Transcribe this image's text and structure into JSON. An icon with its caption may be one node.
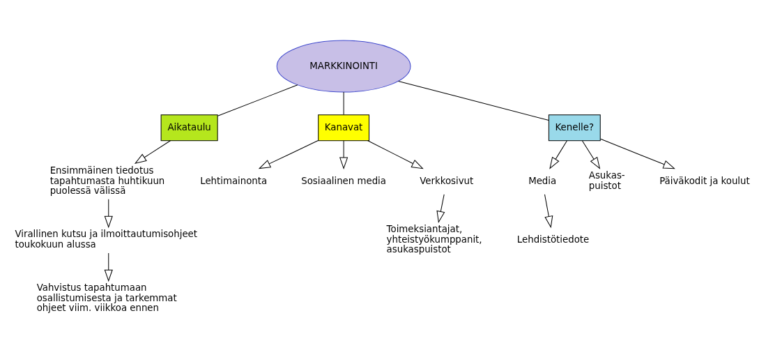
{
  "diagram": {
    "nodes": [
      {
        "text": [
          "MARKKINOINTI"
        ]
      },
      {
        "text": [
          "Aikataulu"
        ]
      },
      {
        "text": [
          "Ensimmäinen tiedotus tapahtumasta huhtikuun puolessä välissä"
        ]
      },
      {
        "text": [
          "Virallinen kutsu ja ilmoittautumisohjeet toukokuun alussa"
        ]
      },
      {
        "text": [
          "Vahvistus tapahtumaan osallistumisesta ja tarkemmat ohjeet viim. viikkoa ennen"
        ]
      },
      {
        "text": [
          "Kanavat"
        ]
      },
      {
        "text": [
          "Lehtimainonta"
        ]
      },
      {
        "text": [
          "Sosiaalinen media"
        ]
      },
      {
        "text": [
          "Verkkosivut"
        ]
      },
      {
        "text": [
          "Toimeksiantajat, yhteistyökumppanit, asukaspuistot"
        ]
      },
      {
        "text": [
          "Kenelle?"
        ]
      },
      {
        "text": [
          "Media"
        ]
      },
      {
        "text": [
          "Lehdistötiedote"
        ]
      },
      {
        "text": [
          "Asukas- puistot"
        ]
      },
      {
        "text": [
          "Päiväkodit ja koulut"
        ]
      }
    ],
    "edges": [
      {
        "from": 0,
        "to": 1,
        "arrow": "none"
      },
      {
        "from": 0,
        "to": 5,
        "arrow": "none"
      },
      {
        "from": 0,
        "to": 10,
        "arrow": "none"
      },
      {
        "from": 1,
        "to": 2,
        "arrow": "to"
      },
      {
        "from": 2,
        "to": 3,
        "arrow": "to"
      },
      {
        "from": 3,
        "to": 4,
        "arrow": "to"
      },
      {
        "from": 5,
        "to": 6,
        "arrow": "to"
      },
      {
        "from": 5,
        "to": 7,
        "arrow": "to"
      },
      {
        "from": 5,
        "to": 8,
        "arrow": "to"
      },
      {
        "from": 8,
        "to": 9,
        "arrow": "to"
      },
      {
        "from": 10,
        "to": 11,
        "arrow": "to"
      },
      {
        "from": 11,
        "to": 12,
        "arrow": "to"
      },
      {
        "from": 10,
        "to": 13,
        "arrow": "to"
      },
      {
        "from": 10,
        "to": 14,
        "arrow": "to"
      }
    ]
  }
}
